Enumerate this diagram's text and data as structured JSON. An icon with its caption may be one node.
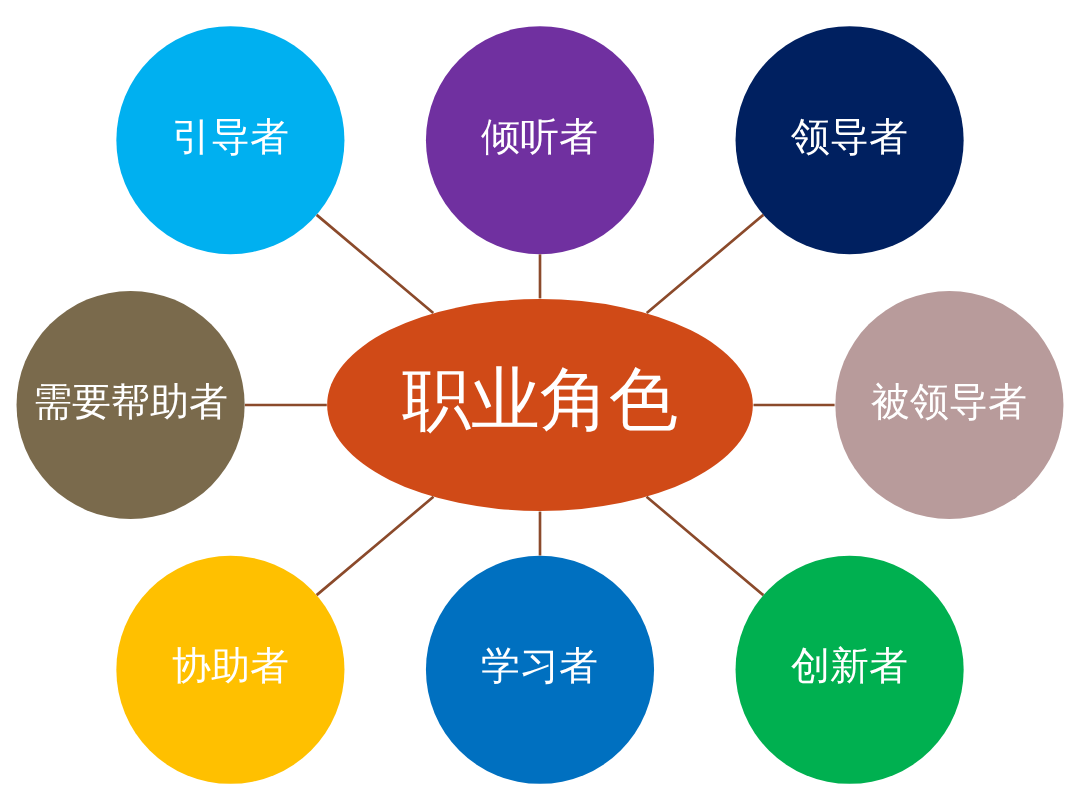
{
  "diagram": {
    "nodes": [
      {
        "text": [
          "职业角色"
        ]
      },
      {
        "text": [
          "倾听者"
        ]
      },
      {
        "text": [
          "领导者"
        ]
      },
      {
        "text": [
          "被领导者"
        ]
      },
      {
        "text": [
          "创新者"
        ]
      },
      {
        "text": [
          "学习者"
        ]
      },
      {
        "text": [
          "协助者"
        ]
      },
      {
        "text": [
          "需要帮助者"
        ]
      },
      {
        "text": [
          "引导者"
        ]
      }
    ],
    "edges": [
      {
        "from": 1,
        "to": 0,
        "arrow": "none"
      },
      {
        "from": 2,
        "to": 0,
        "arrow": "none"
      },
      {
        "from": 0,
        "to": 3,
        "arrow": "none"
      },
      {
        "from": 0,
        "to": 4,
        "arrow": "none"
      },
      {
        "from": 0,
        "to": 5,
        "arrow": "none"
      },
      {
        "from": 0,
        "to": 6,
        "arrow": "none"
      },
      {
        "from": 7,
        "to": 0,
        "arrow": "none"
      },
      {
        "from": 8,
        "to": 0,
        "arrow": "none"
      }
    ]
  }
}
